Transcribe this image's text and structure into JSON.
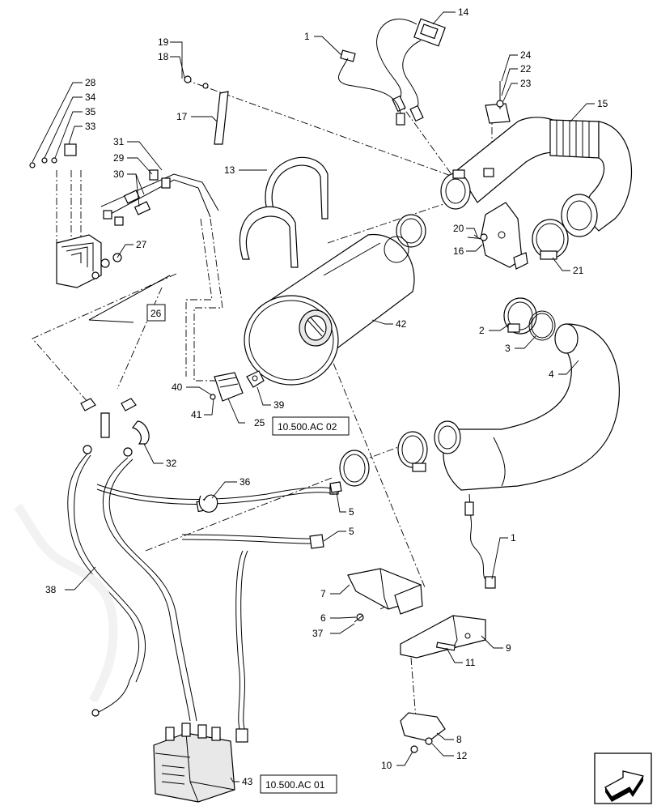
{
  "diagram": {
    "callouts": {
      "p1a": "1",
      "p1b": "1",
      "p2": "2",
      "p3": "3",
      "p4": "4",
      "p5a": "5",
      "p5b": "5",
      "p6": "6",
      "p7": "7",
      "p8": "8",
      "p9": "9",
      "p10": "10",
      "p11": "11",
      "p12": "12",
      "p13": "13",
      "p14": "14",
      "p15": "15",
      "p16": "16",
      "p17": "17",
      "p18": "18",
      "p19": "19",
      "p20": "20",
      "p21": "21",
      "p22": "22",
      "p23": "23",
      "p24": "24",
      "p25": "25",
      "p27": "27",
      "p28": "28",
      "p29": "29",
      "p30": "30",
      "p31": "31",
      "p32": "32",
      "p33": "33",
      "p34": "34",
      "p35": "35",
      "p36": "36",
      "p37": "37",
      "p38": "38",
      "p39": "39",
      "p40": "40",
      "p41": "41",
      "p42": "42",
      "p43": "43"
    },
    "boxed_callouts": {
      "p26": "26"
    },
    "references": {
      "ref_25": "10.500.AC 02",
      "ref_43": "10.500.AC 01"
    },
    "icons": {
      "nav": "next-page-arrow-icon"
    }
  }
}
